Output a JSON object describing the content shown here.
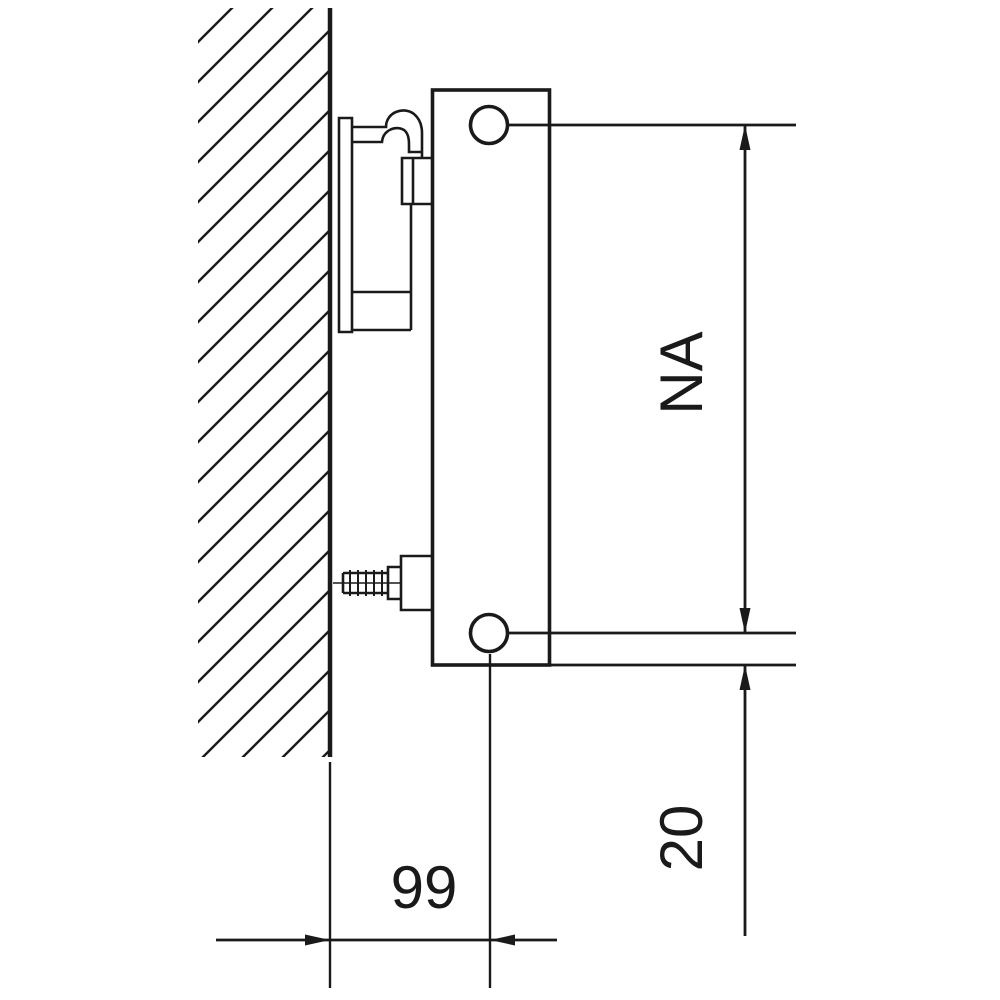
{
  "drawing": {
    "type": "radiator-wall-mount-side-view",
    "colors": {
      "line": "#1a1a1a",
      "background": "#ffffff"
    },
    "dimensions": {
      "na": {
        "label": "NA"
      },
      "bottom": {
        "label": "20"
      },
      "wall": {
        "label": "99"
      }
    }
  }
}
